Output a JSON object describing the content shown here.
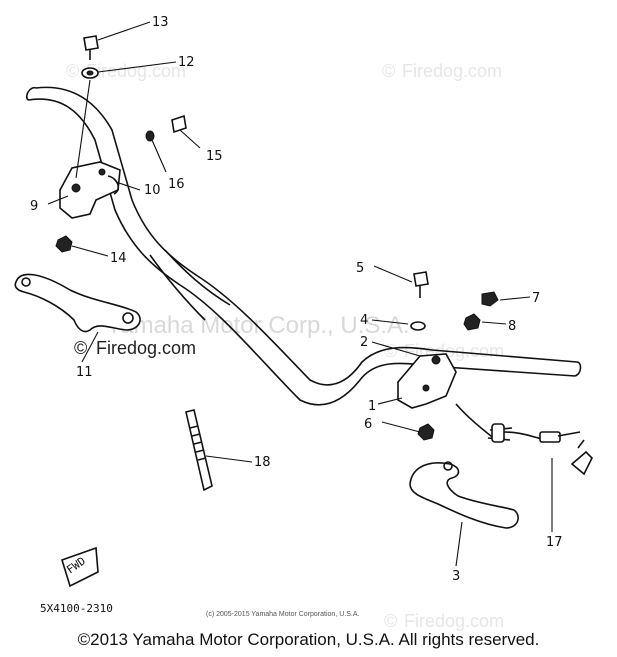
{
  "callouts": {
    "c1": "1",
    "c2": "2",
    "c3": "3",
    "c4": "4",
    "c5": "5",
    "c6": "6",
    "c7": "7",
    "c8": "8",
    "c9": "9",
    "c10": "10",
    "c11": "11",
    "c12": "12",
    "c13": "13",
    "c14": "14",
    "c15": "15",
    "c16": "16",
    "c17": "17",
    "c18": "18"
  },
  "watermarks": {
    "firedog": "Firedog.com",
    "copy_symbol": "©",
    "center_text": "Yamaha Motor Corp., U.S.A."
  },
  "diagram_code": "5X4100-2310",
  "fwd_label": "FWD",
  "small_copyright": "(c) 2005-2015 Yamaha Motor Corporation, U.S.A.",
  "footer_text": "©2013 Yamaha Motor Corporation, U.S.A. All rights reserved."
}
